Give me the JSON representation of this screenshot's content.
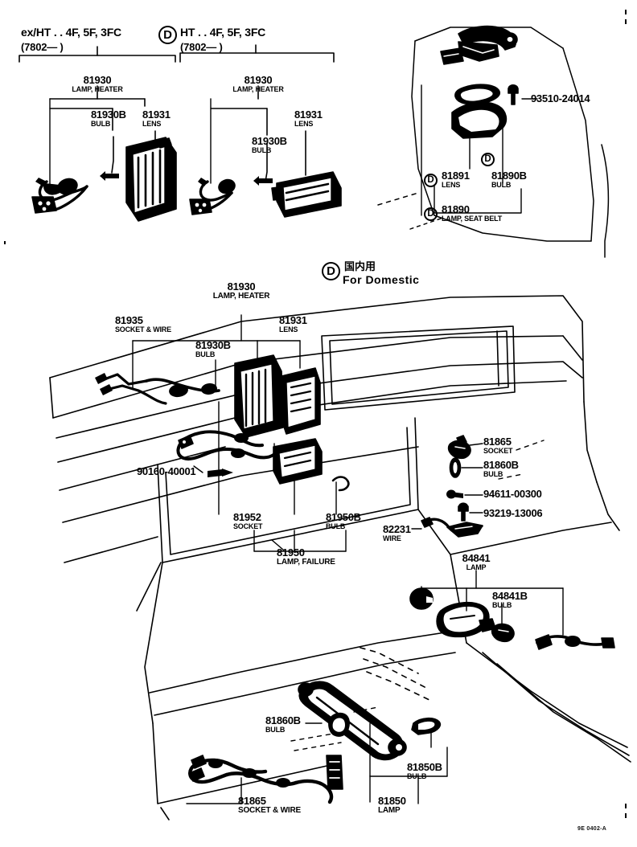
{
  "sheet": {
    "footer_code": "9E 0402-A",
    "domestic_marker": "D",
    "domestic_jp": "国内用",
    "domestic_en": "For  Domestic"
  },
  "headers": [
    {
      "id": "hdr-left",
      "title": "ex/HT . . 4F, 5F, 3FC",
      "date_range": "(7802—          )"
    },
    {
      "id": "hdr-right",
      "title": "HT . . 4F, 5F, 3FC",
      "date_range": "(7802—          )",
      "marker": "D"
    }
  ],
  "callouts": [
    {
      "id": "c1",
      "number": "81930",
      "name": "LAMP, HEATER",
      "group": "top-left"
    },
    {
      "id": "c2",
      "number": "81930B",
      "name": "BULB",
      "group": "top-left"
    },
    {
      "id": "c3",
      "number": "81931",
      "name": "LENS",
      "group": "top-left"
    },
    {
      "id": "c4",
      "number": "81930",
      "name": "LAMP, HEATER",
      "group": "top-right"
    },
    {
      "id": "c5",
      "number": "81930B",
      "name": "BULB",
      "group": "top-right"
    },
    {
      "id": "c6",
      "number": "81931",
      "name": "LENS",
      "group": "top-right"
    },
    {
      "id": "c7",
      "number": "93510-24014",
      "name": "",
      "group": "seat-belt"
    },
    {
      "id": "c8",
      "number": "81891",
      "name": "LENS",
      "group": "seat-belt",
      "marker": "D"
    },
    {
      "id": "c9",
      "number": "81890B",
      "name": "BULB",
      "group": "seat-belt",
      "marker": "D"
    },
    {
      "id": "c10",
      "number": "81890",
      "name": "LAMP, SEAT BELT",
      "group": "seat-belt",
      "marker": "D"
    },
    {
      "id": "c11",
      "number": "81930",
      "name": "LAMP, HEATER",
      "group": "dash"
    },
    {
      "id": "c12",
      "number": "81935",
      "name": "SOCKET & WIRE",
      "group": "dash"
    },
    {
      "id": "c13",
      "number": "81930B",
      "name": "BULB",
      "group": "dash"
    },
    {
      "id": "c14",
      "number": "81931",
      "name": "LENS",
      "group": "dash"
    },
    {
      "id": "c15",
      "number": "90160-40001",
      "name": "",
      "group": "dash"
    },
    {
      "id": "c16",
      "number": "81952",
      "name": "SOCKET",
      "group": "dash"
    },
    {
      "id": "c17",
      "number": "81950B",
      "name": "BULB",
      "group": "dash"
    },
    {
      "id": "c18",
      "number": "81950",
      "name": "LAMP, FAILURE",
      "group": "dash"
    },
    {
      "id": "c19",
      "number": "81865",
      "name": "SOCKET",
      "group": "right-col"
    },
    {
      "id": "c20",
      "number": "81860B",
      "name": "BULB",
      "group": "right-col"
    },
    {
      "id": "c21",
      "number": "94611-00300",
      "name": "",
      "group": "right-col"
    },
    {
      "id": "c22",
      "number": "93219-13006",
      "name": "",
      "group": "right-col"
    },
    {
      "id": "c23",
      "number": "82231",
      "name": "WIRE",
      "group": "right-col"
    },
    {
      "id": "c24",
      "number": "84841",
      "name": "LAMP",
      "group": "rear-lamp"
    },
    {
      "id": "c25",
      "number": "84841B",
      "name": "BULB",
      "group": "rear-lamp"
    },
    {
      "id": "c26",
      "number": "81860B",
      "name": "BULB",
      "group": "bottom"
    },
    {
      "id": "c27",
      "number": "81850B",
      "name": "BULB",
      "group": "bottom"
    },
    {
      "id": "c28",
      "number": "81865",
      "name": "SOCKET & WIRE",
      "group": "bottom"
    },
    {
      "id": "c29",
      "number": "81850",
      "name": "LAMP",
      "group": "bottom"
    }
  ]
}
